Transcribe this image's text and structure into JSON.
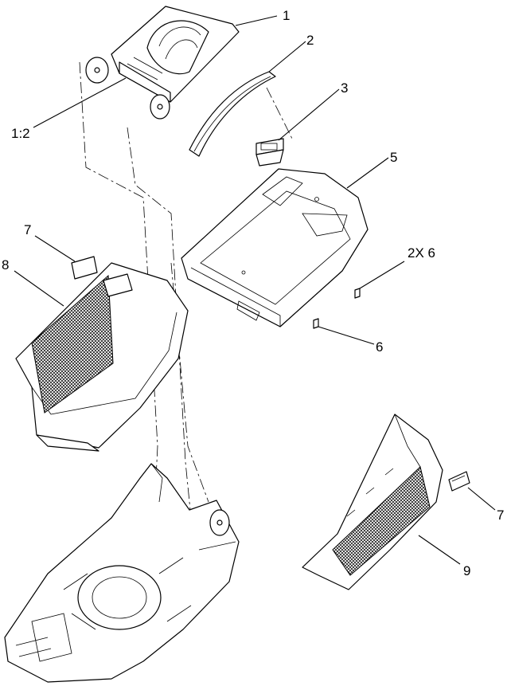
{
  "labels": {
    "l1": "1",
    "l1_2": "1:2",
    "l2": "2",
    "l3": "3",
    "l5": "5",
    "l2x6": "2X 6",
    "l6": "6",
    "l7a": "7",
    "l7b": "7",
    "l8": "8",
    "l9": "9"
  }
}
